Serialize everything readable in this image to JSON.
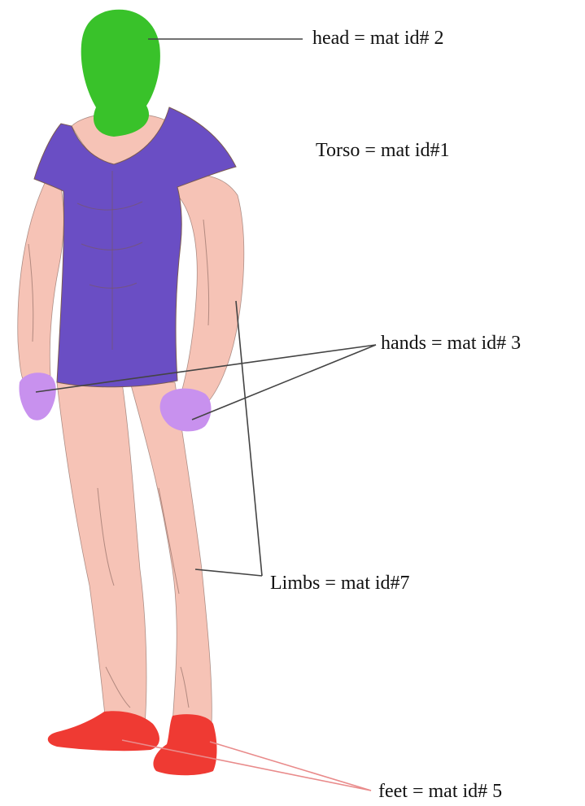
{
  "labels": {
    "head": "head = mat id# 2",
    "torso": "Torso = mat id#1",
    "hands": "hands = mat id# 3",
    "limbs": "Limbs = mat id#7",
    "feet": "feet = mat id# 5"
  },
  "colors": {
    "head": "#39c22a",
    "torso": "#6a4ec4",
    "hands": "#c891ee",
    "skin": "#f6c3b6",
    "feet": "#ef3a33",
    "leader_line": "#444444",
    "feet_line": "#e98b8b",
    "sketch_line": "#7a5a52"
  }
}
